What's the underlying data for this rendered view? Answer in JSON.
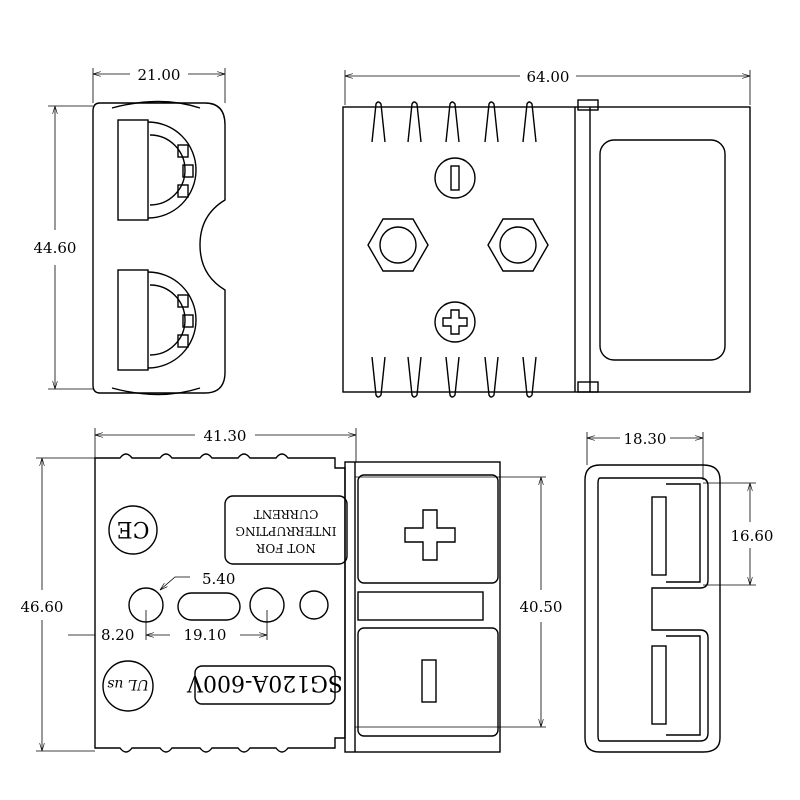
{
  "dimensions": {
    "top_width": "21.00",
    "top_height": "44.60",
    "side_length": "64.00",
    "front_width": "41.30",
    "front_height": "46.60",
    "hole_diameter": "5.40",
    "hole_offset": "8.20",
    "hole_spacing": "19.10",
    "contact_height": "40.50",
    "end_width": "18.30",
    "end_slot": "16.60"
  },
  "labels": {
    "warning_line1": "NOT FOR",
    "warning_line2": "INTERRUPTING",
    "warning_line3": "CURRENT",
    "model": "SG120A-600V",
    "ce_mark": "CE",
    "ul_mark": "UL us"
  }
}
